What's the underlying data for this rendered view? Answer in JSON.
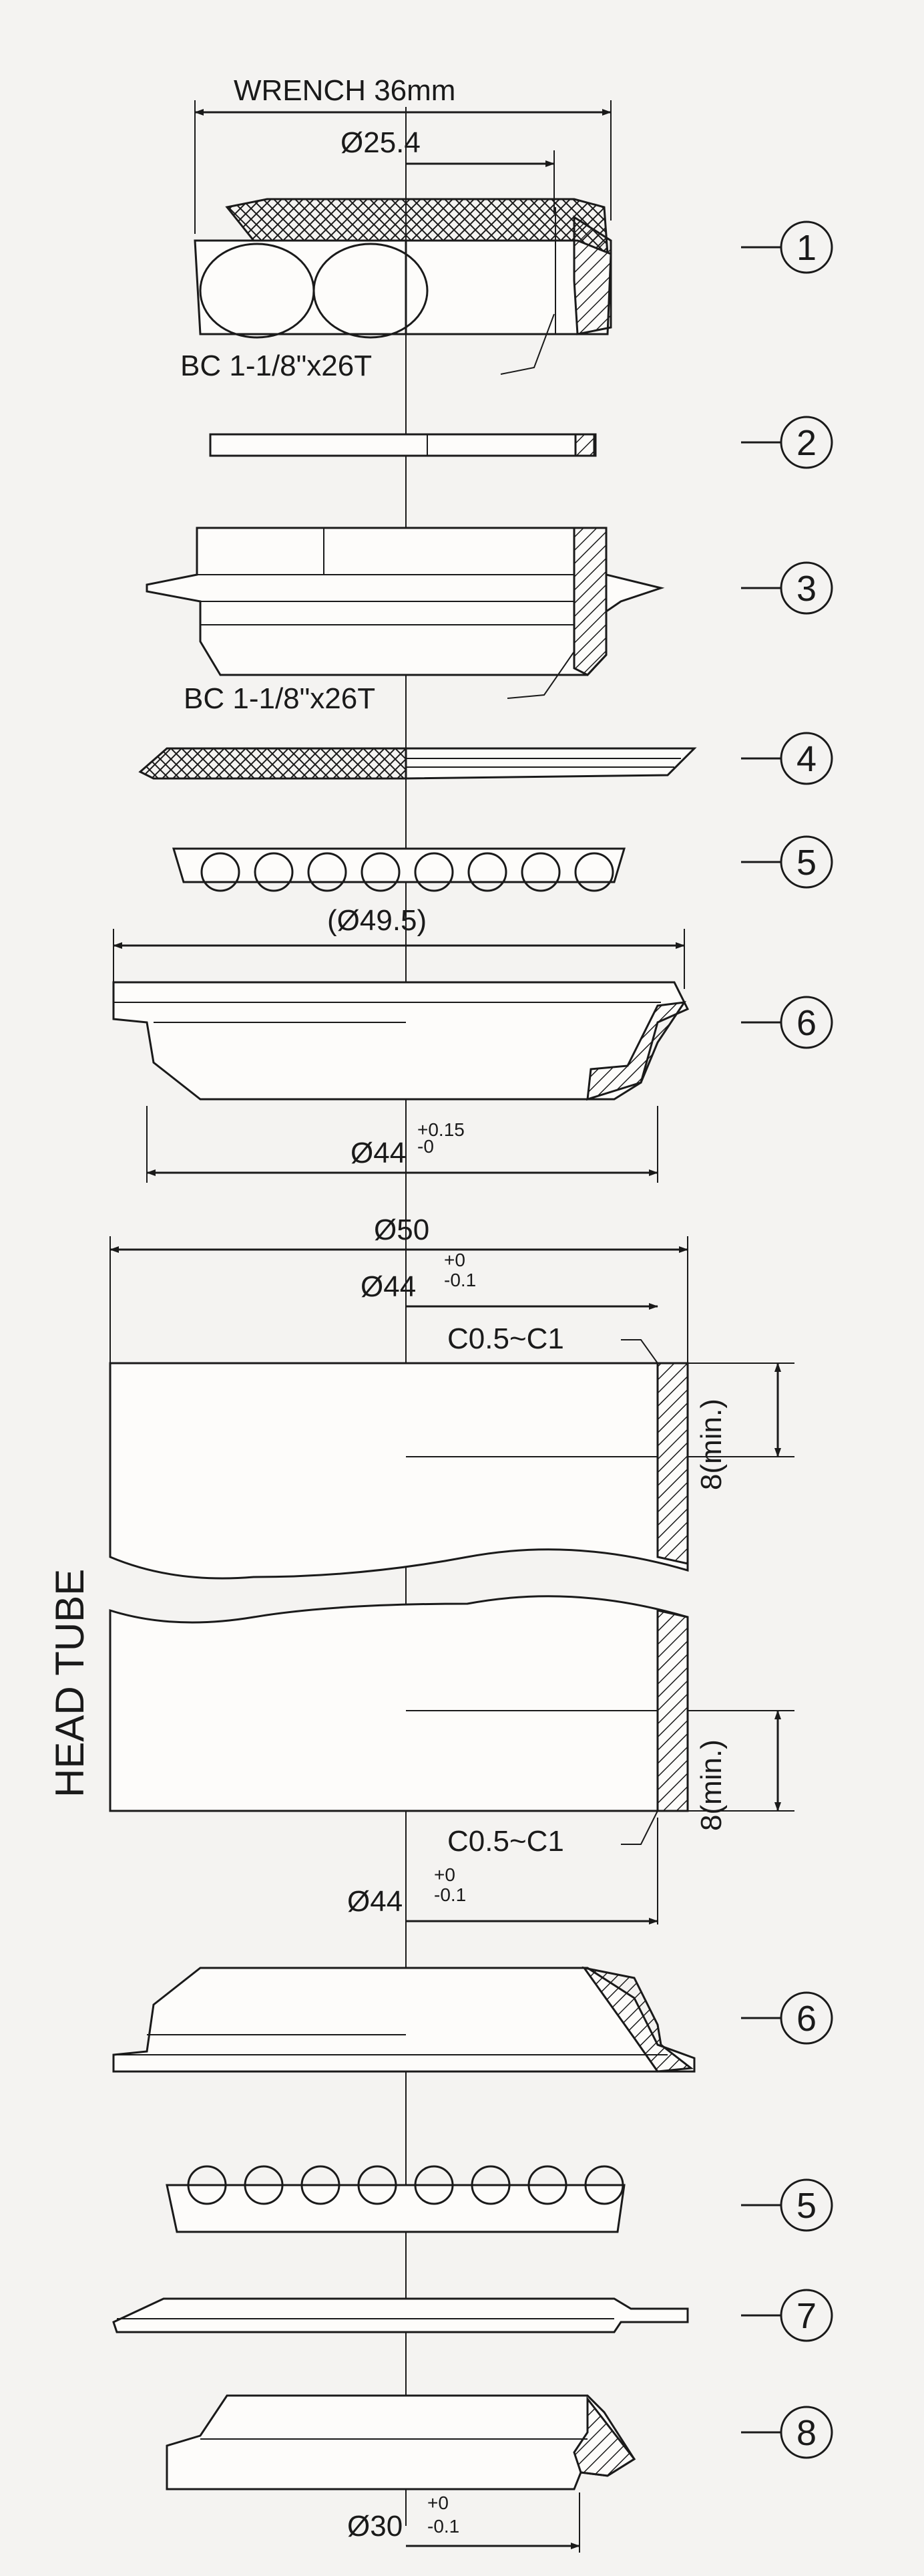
{
  "dimensions": {
    "wrench": "WRENCH 36mm",
    "d25_4": "Ø25.4",
    "bc_top": "BC 1-1/8\"x26T",
    "bc_mid": "BC 1-1/8\"x26T",
    "d49_5": "(Ø49.5)",
    "d44_cup": {
      "base": "Ø44",
      "sup": "+0.15",
      "sub": "-0"
    },
    "d50": "Ø50",
    "d44_top": {
      "base": "Ø44",
      "sup": "+0",
      "sub": "-0.1"
    },
    "c_top": "C0.5~C1",
    "min_top": "8(min.)",
    "c_bot": "C0.5~C1",
    "min_bot": "8(min.)",
    "d44_bot": {
      "base": "Ø44",
      "sup": "+0",
      "sub": "-0.1"
    },
    "d30": {
      "base": "Ø30",
      "sup": "+0",
      "sub": "-0.1"
    }
  },
  "head_tube_label": "HEAD TUBE",
  "parts": [
    {
      "id": "part-1",
      "label": "1"
    },
    {
      "id": "part-2",
      "label": "2"
    },
    {
      "id": "part-3",
      "label": "3"
    },
    {
      "id": "part-4",
      "label": "4"
    },
    {
      "id": "part-5-top",
      "label": "5"
    },
    {
      "id": "part-6-top",
      "label": "6"
    },
    {
      "id": "part-6-bottom",
      "label": "6"
    },
    {
      "id": "part-5-bottom",
      "label": "5"
    },
    {
      "id": "part-7",
      "label": "7"
    },
    {
      "id": "part-8",
      "label": "8"
    }
  ]
}
